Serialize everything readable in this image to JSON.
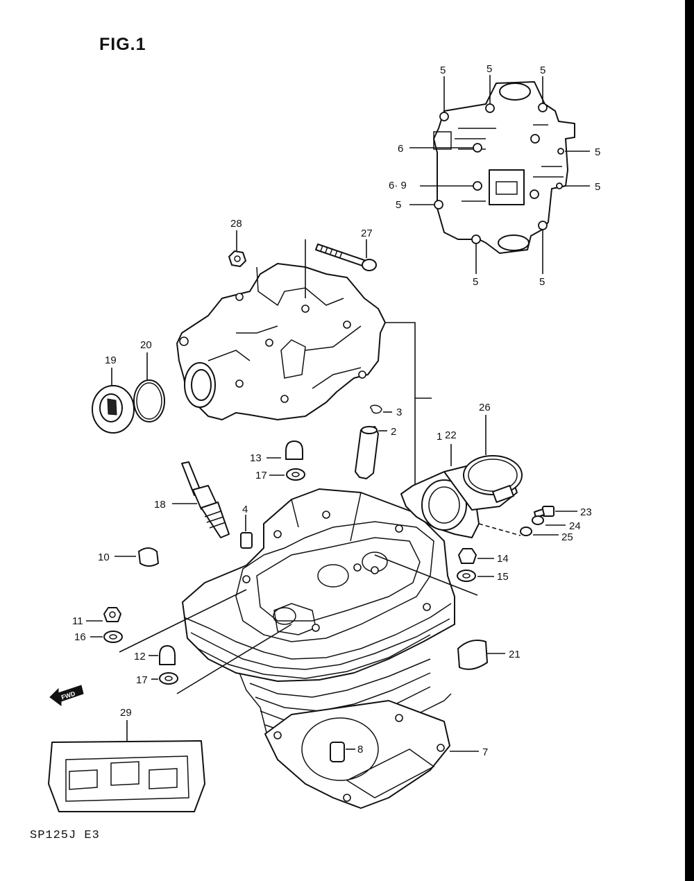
{
  "figure_title": "FIG.1",
  "footer_code": "SP125J E3",
  "fwd_label": "FWD",
  "part_labels": [
    {
      "id": "lbl-1",
      "text": "1"
    },
    {
      "id": "lbl-2",
      "text": "2"
    },
    {
      "id": "lbl-3",
      "text": "3"
    },
    {
      "id": "lbl-4",
      "text": "4"
    },
    {
      "id": "lbl-5a",
      "text": "5"
    },
    {
      "id": "lbl-5b",
      "text": "5"
    },
    {
      "id": "lbl-5c",
      "text": "5"
    },
    {
      "id": "lbl-5d",
      "text": "5"
    },
    {
      "id": "lbl-5e",
      "text": "5"
    },
    {
      "id": "lbl-5f",
      "text": "5"
    },
    {
      "id": "lbl-5g",
      "text": "5"
    },
    {
      "id": "lbl-5h",
      "text": "5"
    },
    {
      "id": "lbl-6",
      "text": "6"
    },
    {
      "id": "lbl-69",
      "text": "6· 9"
    },
    {
      "id": "lbl-7",
      "text": "7"
    },
    {
      "id": "lbl-8",
      "text": "8"
    },
    {
      "id": "lbl-10",
      "text": "10"
    },
    {
      "id": "lbl-11",
      "text": "11"
    },
    {
      "id": "lbl-12",
      "text": "12"
    },
    {
      "id": "lbl-13",
      "text": "13"
    },
    {
      "id": "lbl-14",
      "text": "14"
    },
    {
      "id": "lbl-15",
      "text": "15"
    },
    {
      "id": "lbl-16",
      "text": "16"
    },
    {
      "id": "lbl-17a",
      "text": "17"
    },
    {
      "id": "lbl-17b",
      "text": "17"
    },
    {
      "id": "lbl-18",
      "text": "18"
    },
    {
      "id": "lbl-19",
      "text": "19"
    },
    {
      "id": "lbl-20",
      "text": "20"
    },
    {
      "id": "lbl-21",
      "text": "21"
    },
    {
      "id": "lbl-22",
      "text": "22"
    },
    {
      "id": "lbl-23",
      "text": "23"
    },
    {
      "id": "lbl-24",
      "text": "24"
    },
    {
      "id": "lbl-25",
      "text": "25"
    },
    {
      "id": "lbl-26",
      "text": "26"
    },
    {
      "id": "lbl-27",
      "text": "27"
    },
    {
      "id": "lbl-28",
      "text": "28"
    },
    {
      "id": "lbl-29",
      "text": "29"
    }
  ]
}
